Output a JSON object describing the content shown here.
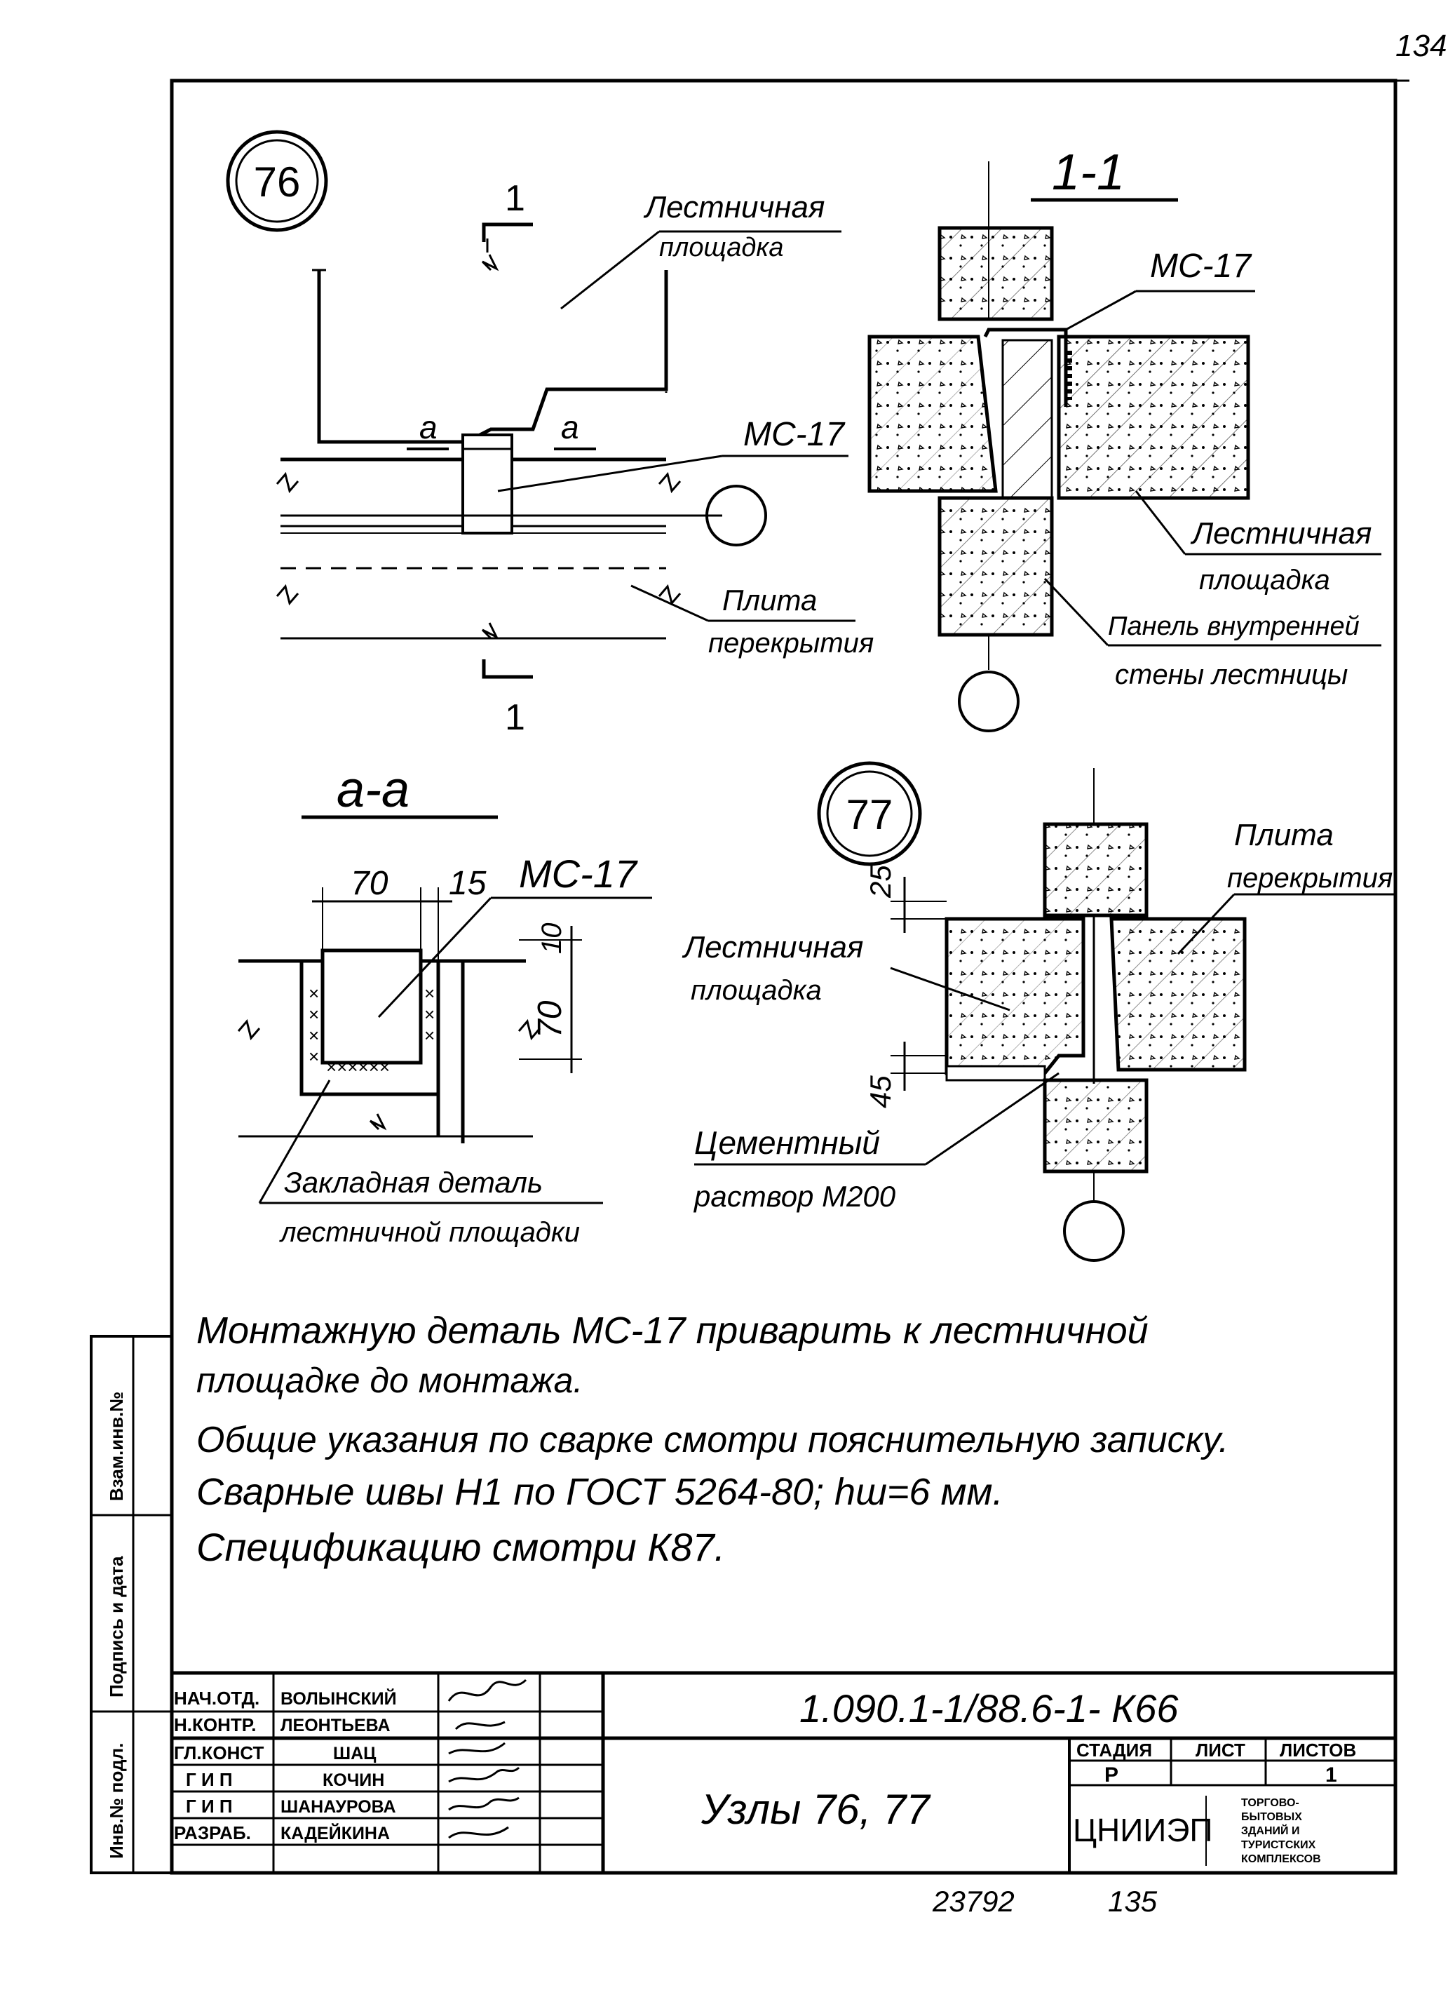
{
  "page_number": "134",
  "page_number_bottom": "135",
  "inventory_number": "23792",
  "node76": {
    "marker": "76",
    "label_landing": [
      "Лестничная",
      "площадка"
    ],
    "label_mc": "МС-17",
    "label_slab": [
      "Плита",
      "перекрытия"
    ],
    "section_mark": "1",
    "view_mark": "а"
  },
  "section_1_1": {
    "title": "1-1",
    "label_mc": "МС-17",
    "label_landing": [
      "Лестничная",
      "площадка"
    ],
    "label_panel": [
      "Панель внутренней",
      "стены лестницы"
    ]
  },
  "section_a_a": {
    "title": "а-а",
    "dim_70": "70",
    "dim_15": "15",
    "dim_10": "10",
    "dim_70_v": "70",
    "label_mc": "МС-17",
    "label_embedded": [
      "Закладная деталь",
      "лестничной площадки"
    ]
  },
  "node77": {
    "marker": "77",
    "dim_25": "25",
    "dim_45": "45",
    "label_slab": [
      "Плита",
      "перекрытия"
    ],
    "label_landing": [
      "Лестничная",
      "площадка"
    ],
    "label_mortar": [
      "Цементный",
      "раствор М200"
    ]
  },
  "notes": [
    "Монтажную деталь МС-17 приварить к лестничной",
    "площадке до монтажа.",
    "Общие указания по сварке смотри пояснительную записку.",
    "Сварные швы Н1 по ГОСТ 5264-80; hш=6 мм.",
    "Спецификацию смотри К87."
  ],
  "left_margin": {
    "stamp1": "Взам.инв.№",
    "stamp2": "Подпись и дата",
    "stamp3": "Инв.№ подл."
  },
  "title_block": {
    "document_code": "1.090.1-1/88.6-1- К66",
    "title": "Узлы 76, 77",
    "roles": [
      "НАЧ.ОТД.",
      "Н.КОНТР.",
      "ГЛ.КОНСТ",
      "Г И П",
      "Г И П",
      "РАЗРАБ."
    ],
    "names": [
      "ВОЛЫНСКИЙ",
      "ЛЕОНТЬЕВА",
      "ШАЦ",
      "КОЧИН",
      "ШАНАУРОВА",
      "КАДЕЙКИНА"
    ],
    "stage_header": "СТАДИЯ",
    "sheet_header": "ЛИСТ",
    "sheets_header": "ЛИСТОВ",
    "stage": "Р",
    "sheet": "",
    "sheets": "1",
    "organization": "ЦНИИЭП",
    "org_desc": [
      "ТОРГОВО-",
      "БЫТОВЫХ",
      "ЗДАНИЙ И",
      "ТУРИСТСКИХ",
      "КОМПЛЕКСОВ"
    ]
  }
}
